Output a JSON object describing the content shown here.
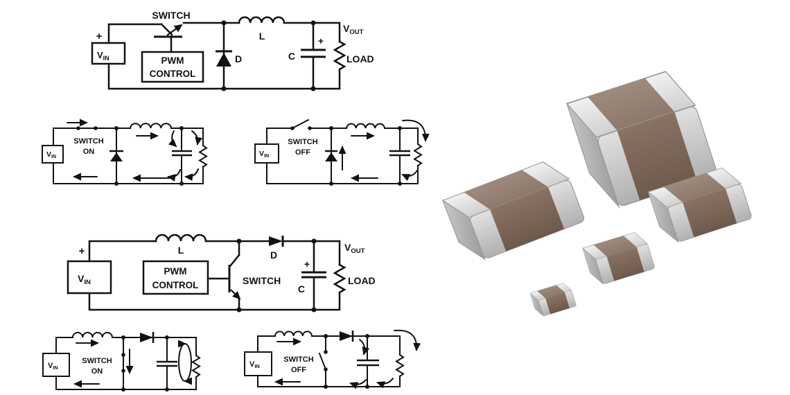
{
  "colors": {
    "ink": "#111111",
    "background": "#ffffff",
    "chip_top_light": "#9e8b7d",
    "chip_top_dark": "#8d796b",
    "chip_front_light": "#8a7263",
    "chip_front_dark": "#6d594b",
    "silver_top_light": "#f1f1f1",
    "silver_top_dark": "#d0d0d0",
    "silver_front_light": "#e0e0e0",
    "silver_front_dark": "#b0b0b0",
    "silver_end_light": "#c6c6c6",
    "silver_end_dark": "#9c9c9c"
  },
  "buck": {
    "switch_label": "SWITCH",
    "pwm_line1": "PWM",
    "pwm_line2": "CONTROL",
    "source_plus": "+",
    "vin_v": "V",
    "vin_sub": "IN",
    "diode_label": "D",
    "inductor_label": "L",
    "cap_label": "C",
    "cap_plus": "+",
    "vout_v": "V",
    "vout_sub": "OUT",
    "load_label": "LOAD"
  },
  "buck_on": {
    "vin_v": "V",
    "vin_sub": "IN",
    "state_line1": "SWITCH",
    "state_line2": "ON"
  },
  "buck_off": {
    "vin_v": "V",
    "vin_sub": "IN",
    "state_line1": "SWITCH",
    "state_line2": "OFF"
  },
  "boost": {
    "switch_label": "SWITCH",
    "pwm_line1": "PWM",
    "pwm_line2": "CONTROL",
    "source_plus": "+",
    "vin_v": "V",
    "vin_sub": "IN",
    "diode_label": "D",
    "inductor_label": "L",
    "cap_label": "C",
    "cap_plus": "+",
    "vout_v": "V",
    "vout_sub": "OUT",
    "load_label": "LOAD"
  },
  "boost_on": {
    "vin_v": "V",
    "vin_sub": "IN",
    "state_line1": "SWITCH",
    "state_line2": "ON"
  },
  "boost_off": {
    "vin_v": "V",
    "vin_sub": "IN",
    "state_line1": "SWITCH",
    "state_line2": "OFF"
  },
  "photo": {
    "capacitors": [
      {
        "size": "large"
      },
      {
        "size": "medium-left"
      },
      {
        "size": "medium-right"
      },
      {
        "size": "small"
      },
      {
        "size": "tiny"
      }
    ]
  }
}
